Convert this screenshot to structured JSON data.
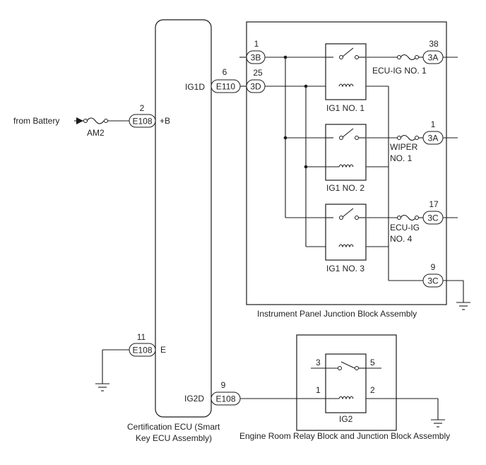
{
  "labels": {
    "from_battery": "from Battery",
    "am2": "AM2",
    "plus_b": "+B",
    "ig1d": "IG1D",
    "ig2d": "IG2D",
    "e_term": "E",
    "ecu_ig_no1": "ECU-IG NO. 1",
    "wiper": "WIPER",
    "wiper_no1": "NO. 1",
    "ecu_ig": "ECU-IG",
    "ecu_ig_no4": "NO. 4",
    "ig1_no1": "IG1 NO. 1",
    "ig1_no2": "IG1 NO. 2",
    "ig1_no3": "IG1 NO. 3",
    "ig2": "IG2",
    "ipjb": "Instrument Panel Junction Block Assembly",
    "er_block": "Engine Room Relay Block and Junction Block Assembly",
    "cert_ecu_1": "Certification ECU (Smart",
    "cert_ecu_2": "Key ECU Assembly)"
  },
  "connectors": {
    "e108_b": {
      "code": "E108",
      "pin": "2"
    },
    "e110": {
      "code": "E110",
      "pin": "6"
    },
    "e108_e": {
      "code": "E108",
      "pin": "11"
    },
    "e108_ig2d": {
      "code": "E108",
      "pin": "9"
    },
    "c3b": {
      "code": "3B",
      "pin": "1"
    },
    "c3d": {
      "code": "3D",
      "pin": "25"
    },
    "c3a_top": {
      "code": "3A",
      "pin": "38"
    },
    "c3a_mid": {
      "code": "3A",
      "pin": "1"
    },
    "c3c_top": {
      "code": "3C",
      "pin": "17"
    },
    "c3c_bot": {
      "code": "3C",
      "pin": "9"
    }
  },
  "relay_pins": {
    "ig2_3": "3",
    "ig2_5": "5",
    "ig2_1": "1",
    "ig2_2": "2"
  }
}
